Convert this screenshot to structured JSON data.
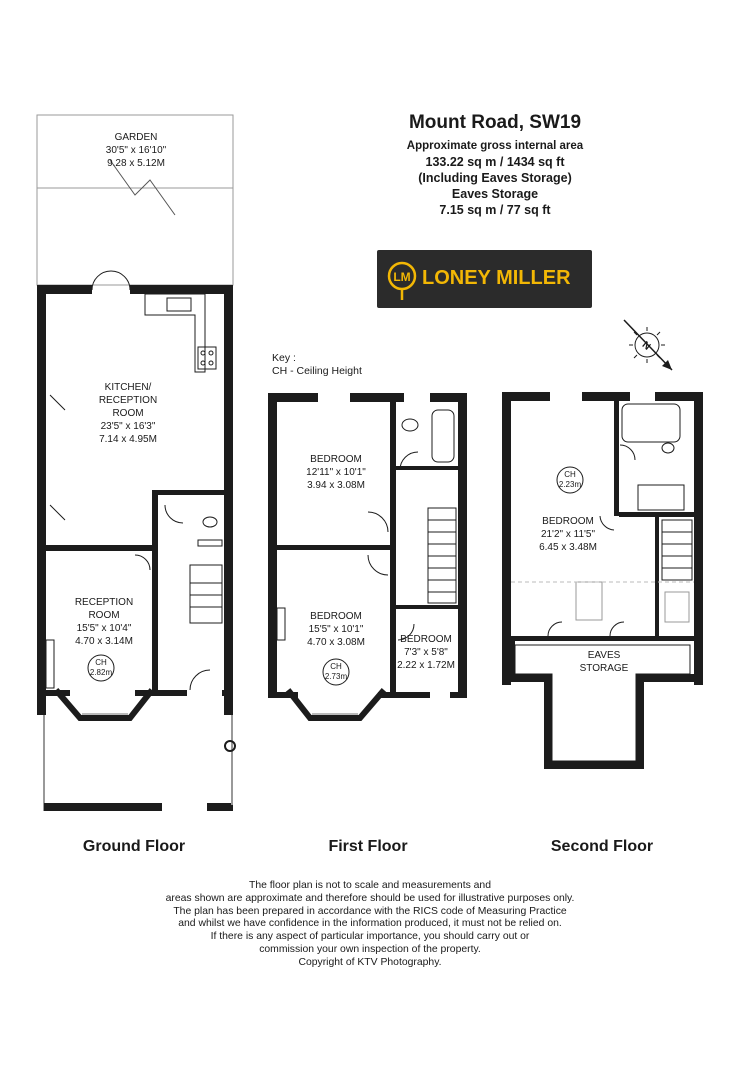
{
  "header": {
    "title": "Mount Road, SW19",
    "area_label": "Approximate gross internal area",
    "area_value": "133.22 sq m / 1434 sq ft",
    "area_note": "(Including Eaves Storage)",
    "eaves_label": "Eaves Storage",
    "eaves_value": "7.15 sq m / 77 sq ft"
  },
  "logo": {
    "initials": "LM",
    "name": "LONEY MILLER",
    "accent": "#f2b705",
    "bg": "#2b2b2b"
  },
  "key": {
    "title": "Key :",
    "ch": "CH - Ceiling Height"
  },
  "compass": {
    "letter": "N"
  },
  "ground_floor": {
    "title": "Ground Floor",
    "garden": {
      "name": "GARDEN",
      "imperial": "30'5\" x 16'10\"",
      "metric": "9.28 x 5.12M"
    },
    "kitchen": {
      "name1": "KITCHEN/",
      "name2": "RECEPTION",
      "name3": "ROOM",
      "imperial": "23'5\" x 16'3\"",
      "metric": "7.14 x 4.95M"
    },
    "reception": {
      "name1": "RECEPTION",
      "name2": "ROOM",
      "imperial": "15'5\" x 10'4\"",
      "metric": "4.70 x 3.14M",
      "ch_label": "CH",
      "ch_value": "2.82m"
    }
  },
  "first_floor": {
    "title": "First Floor",
    "bedroom_a": {
      "name": "BEDROOM",
      "imperial": "12'11\" x 10'1\"",
      "metric": "3.94 x 3.08M"
    },
    "bedroom_b": {
      "name": "BEDROOM",
      "imperial": "15'5\" x 10'1\"",
      "metric": "4.70 x 3.08M",
      "ch_label": "CH",
      "ch_value": "2.73m"
    },
    "bedroom_c": {
      "name": "BEDROOM",
      "imperial": "7'3\" x 5'8\"",
      "metric": "2.22 x 1.72M"
    }
  },
  "second_floor": {
    "title": "Second Floor",
    "bedroom": {
      "name": "BEDROOM",
      "imperial": "21'2\" x 11'5\"",
      "metric": "6.45 x 3.48M",
      "ch_label": "CH",
      "ch_value": "2.23m"
    },
    "eaves": {
      "name1": "EAVES",
      "name2": "STORAGE"
    }
  },
  "disclaimer": {
    "l1": "The floor plan is not to scale and measurements and",
    "l2": "areas shown are approximate and therefore should be used for illustrative purposes only.",
    "l3": "The plan has been prepared in accordance with the RICS code of Measuring Practice",
    "l4": "and whilst we have confidence in the information produced, it must not be relied on.",
    "l5": "If there is any aspect of particular importance, you should carry out or",
    "l6": "commission your own inspection of the property.",
    "l7": "Copyright of KTV Photography."
  }
}
